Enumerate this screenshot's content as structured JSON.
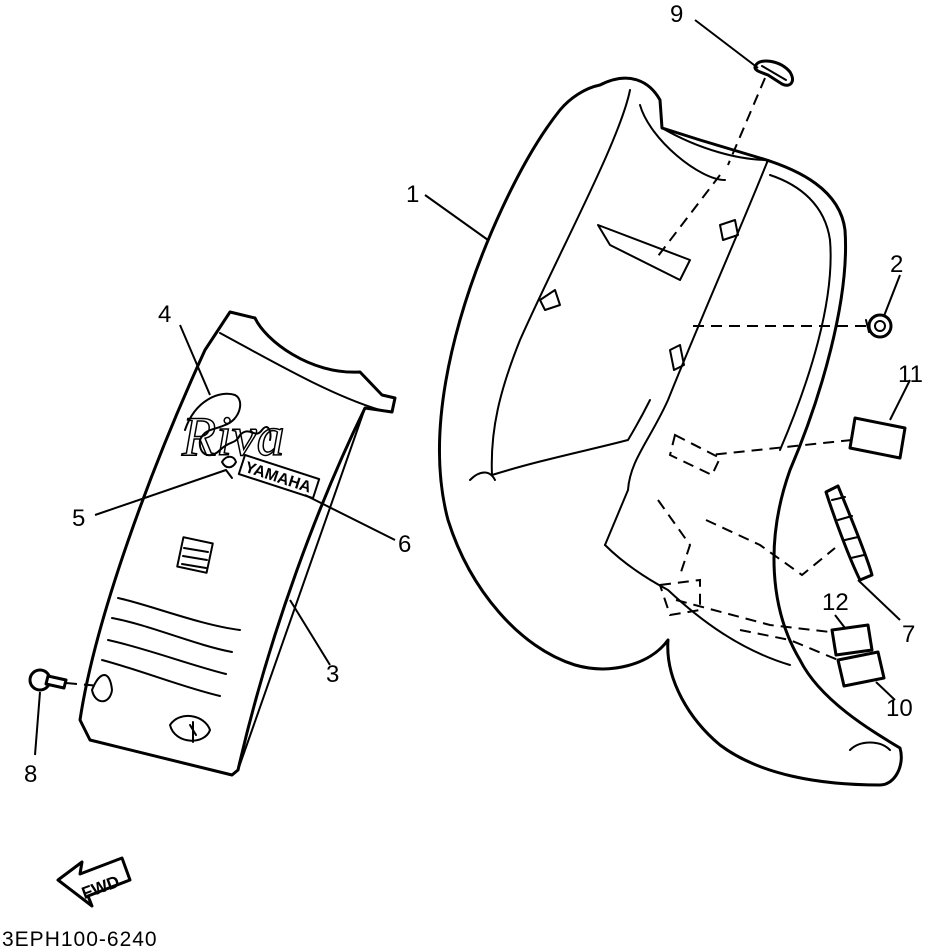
{
  "diagram": {
    "catalog_code": "3EPH100-6240",
    "fwd_label": "FWD",
    "logo_script": "Riva",
    "logo_brand": "YAMAHA",
    "callouts": [
      {
        "key": "c1",
        "label": "1",
        "part": "leg-shield"
      },
      {
        "key": "c2",
        "label": "2",
        "part": "grommet"
      },
      {
        "key": "c3",
        "label": "3",
        "part": "front-panel"
      },
      {
        "key": "c4",
        "label": "4",
        "part": "riva-emblem"
      },
      {
        "key": "c5",
        "label": "5",
        "part": "yamaha-emblem-small"
      },
      {
        "key": "c6",
        "label": "6",
        "part": "yamaha-emblem"
      },
      {
        "key": "c7",
        "label": "7",
        "part": "side-bracket"
      },
      {
        "key": "c8",
        "label": "8",
        "part": "screw"
      },
      {
        "key": "c9",
        "label": "9",
        "part": "clip"
      },
      {
        "key": "c10",
        "label": "10",
        "part": "label-10"
      },
      {
        "key": "c11",
        "label": "11",
        "part": "label-11"
      },
      {
        "key": "c12",
        "label": "12",
        "part": "label-12"
      }
    ]
  }
}
